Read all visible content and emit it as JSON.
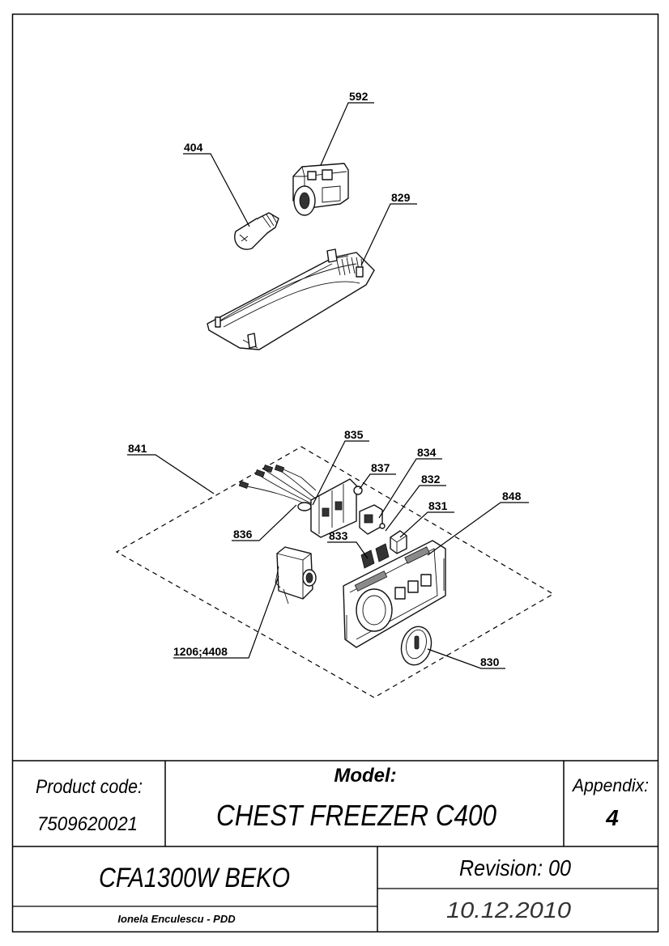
{
  "callouts": {
    "c592": "592",
    "c404": "404",
    "c829": "829",
    "c835": "835",
    "c841": "841",
    "c834": "834",
    "c837": "837",
    "c832": "832",
    "c831": "831",
    "c848": "848",
    "c836": "836",
    "c833": "833",
    "c1206": "1206;4408",
    "c830": "830"
  },
  "title_block": {
    "product_code_label": "Product code:",
    "product_code": "7509620021",
    "model_label": "Model:",
    "model_name": "CHEST FREEZER C400",
    "appendix_label": "Appendix:",
    "appendix_number": "4",
    "model_code": "CFA1300W BEKO",
    "revision": "Revision: 00",
    "author": "Ionela Enculescu - PDD",
    "date": "10.12.2010"
  }
}
